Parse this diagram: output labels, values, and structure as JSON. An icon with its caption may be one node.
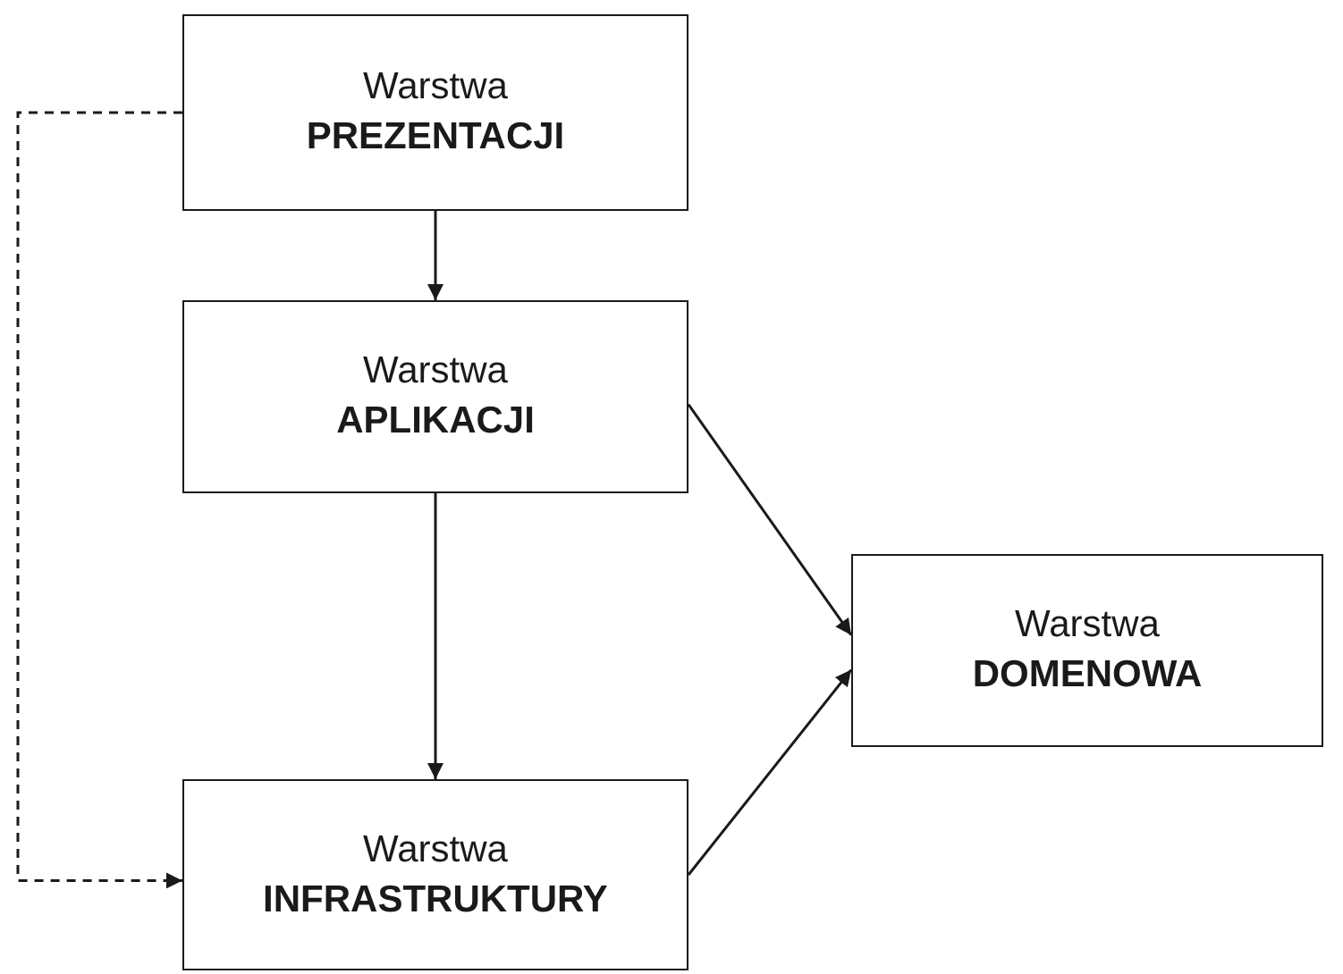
{
  "diagram": {
    "nodes": [
      {
        "text": [
          "Warstwa",
          "PREZENTACJI"
        ]
      },
      {
        "text": [
          "Warstwa",
          "APLIKACJI"
        ]
      },
      {
        "text": [
          "Warstwa",
          "DOMENOWA"
        ]
      },
      {
        "text": [
          "Warstwa",
          "INFRASTRUKTURY"
        ]
      }
    ],
    "edges": [
      {
        "from": 0,
        "to": 1,
        "arrow": "to"
      },
      {
        "from": 1,
        "to": 3,
        "arrow": "to"
      },
      {
        "from": 1,
        "to": 2,
        "arrow": "to"
      },
      {
        "from": 3,
        "to": 2,
        "arrow": "to"
      },
      {
        "from": 0,
        "to": 3,
        "arrow": "to",
        "style": "dashed"
      }
    ]
  }
}
